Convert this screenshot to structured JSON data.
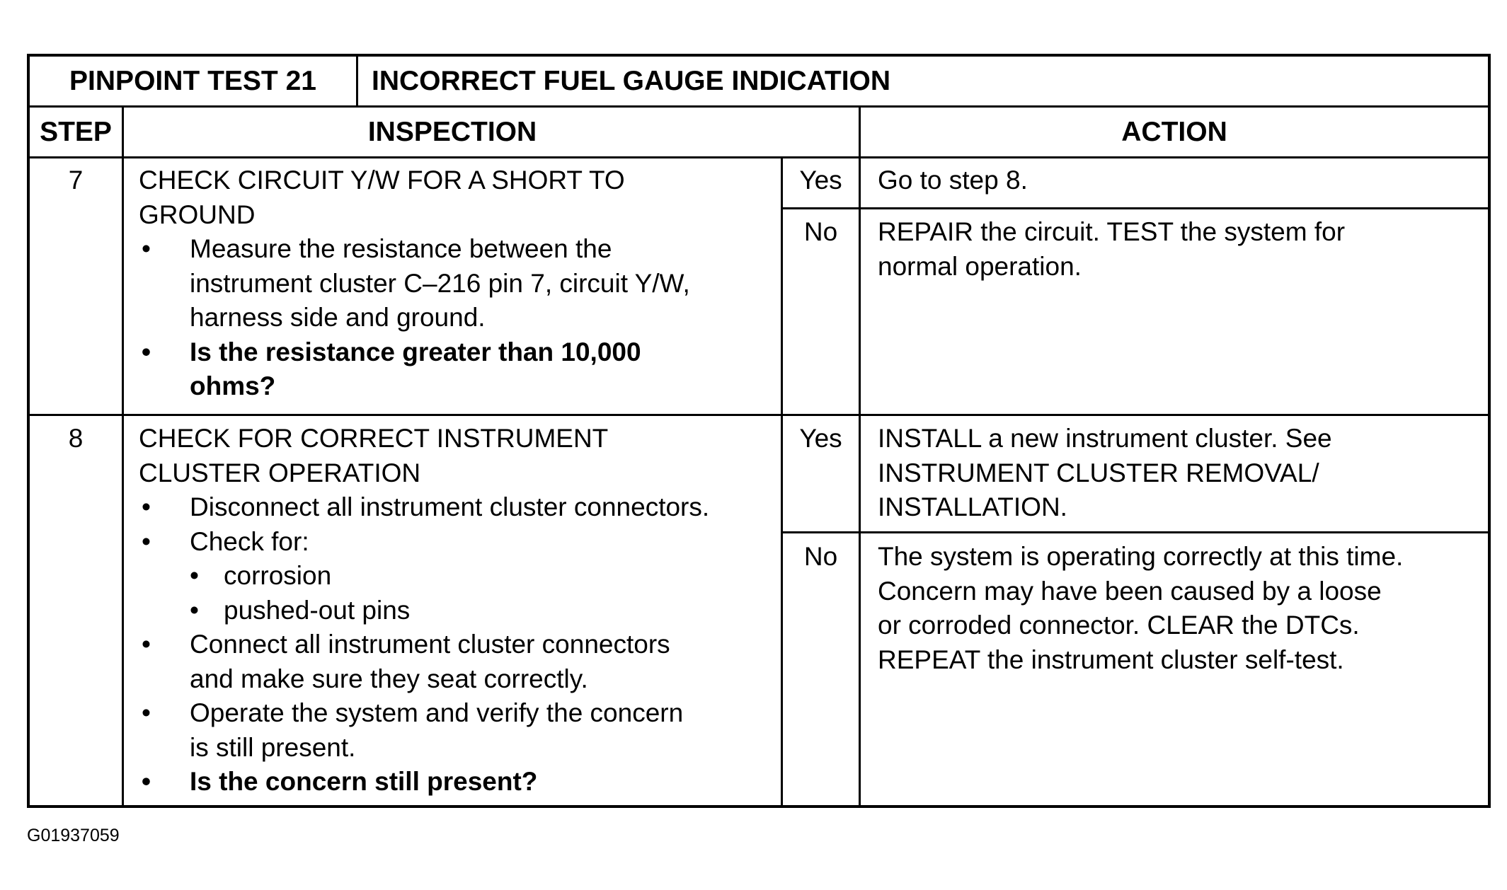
{
  "header": {
    "test_label": "PINPOINT TEST 21",
    "test_title": "INCORRECT FUEL GAUGE INDICATION"
  },
  "columns": {
    "step": "STEP",
    "inspection": "INSPECTION",
    "action": "ACTION"
  },
  "rows": [
    {
      "step": "7",
      "title_lines": [
        "CHECK CIRCUIT Y/W FOR A SHORT TO",
        "GROUND"
      ],
      "bullets": [
        {
          "lines": [
            "Measure the resistance between the",
            "instrument cluster C–216 pin 7, circuit Y/W,",
            "harness side and ground."
          ]
        },
        {
          "lines": [
            "Is the resistance greater than 10,000",
            "ohms?"
          ],
          "bold": true
        }
      ],
      "yes_label": "Yes",
      "yes_action": [
        "Go to step 8."
      ],
      "no_label": "No",
      "no_action": [
        "REPAIR the circuit.  TEST the system for",
        "normal operation."
      ]
    },
    {
      "step": "8",
      "title_lines": [
        "CHECK FOR CORRECT INSTRUMENT",
        "CLUSTER OPERATION"
      ],
      "bullets": [
        {
          "lines": [
            "Disconnect all instrument cluster connectors."
          ]
        },
        {
          "lines": [
            "Check for:"
          ]
        },
        {
          "lines": [
            "corrosion"
          ],
          "sub": true
        },
        {
          "lines": [
            "pushed-out pins"
          ],
          "sub": true
        },
        {
          "lines": [
            "Connect all instrument cluster connectors",
            "and make sure they seat correctly."
          ]
        },
        {
          "lines": [
            "Operate the system and verify the concern",
            "is still present."
          ]
        },
        {
          "lines": [
            "Is the concern still present?"
          ],
          "bold": true
        }
      ],
      "yes_label": "Yes",
      "yes_action": [
        "INSTALL a new instrument cluster. See",
        "INSTRUMENT CLUSTER REMOVAL/",
        "INSTALLATION."
      ],
      "no_label": "No",
      "no_action": [
        "The system is operating correctly at this time.",
        "Concern may have been caused by a loose",
        "or corroded connector.  CLEAR the DTCs.",
        "REPEAT the instrument cluster self-test."
      ]
    }
  ],
  "figure_id": "G01937059"
}
